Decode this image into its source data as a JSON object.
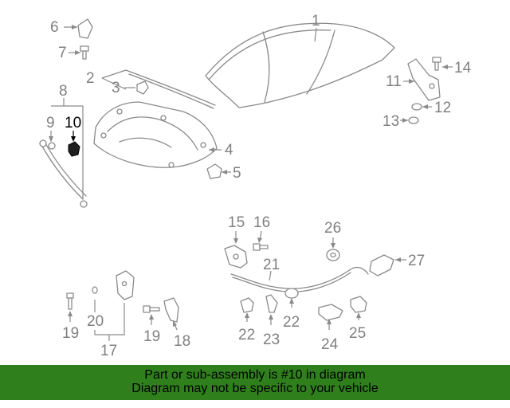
{
  "labels": {
    "c1": "1",
    "c2": "2",
    "c3": "3",
    "c4": "4",
    "c5": "5",
    "c6": "6",
    "c7": "7",
    "c8": "8",
    "c9": "9",
    "c10": "10",
    "c11": "11",
    "c12": "12",
    "c13": "13",
    "c14": "14",
    "c15": "15",
    "c16": "16",
    "c17": "17",
    "c18": "18",
    "c19a": "19",
    "c19b": "19",
    "c20": "20",
    "c21": "21",
    "c22a": "22",
    "c22b": "22",
    "c23": "23",
    "c24": "24",
    "c25": "25",
    "c26": "26",
    "c27": "27"
  },
  "highlighted_callout": "10",
  "colors": {
    "banner": "#2f7f1c",
    "part_line": "#8a8a8a",
    "highlight": "#000000"
  },
  "banner": {
    "line1": "Part or sub-assembly is #10 in diagram",
    "line2": "Diagram may not be specific to your vehicle"
  }
}
